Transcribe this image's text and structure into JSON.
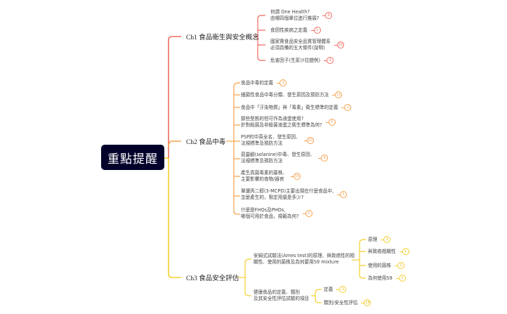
{
  "root": {
    "label": "重點提醒"
  },
  "colors": {
    "ch1": "#f26b5f",
    "ch2": "#f6a24d",
    "ch3": "#f5cf2e",
    "root_bg": "#02012a"
  },
  "chapters": [
    {
      "label": "Ch1 食品衛生與安全概念",
      "items": [
        {
          "text": "何謂 One Health?\n由哪四個單位進行推展?",
          "badge": "6"
        },
        {
          "text": "食因性疾病之定義",
          "badge": "1"
        },
        {
          "text": "國家需食品安全品質管理體系\n必須具備的五大條件(說明)",
          "badge": "10"
        },
        {
          "text": "危害因子(生菜沙拉變例)",
          "badge": "3"
        }
      ]
    },
    {
      "label": "Ch2 食品中毒",
      "items": [
        {
          "text": "食品中毒的定義",
          "badge": "3"
        },
        {
          "text": "細菌性食品中毒分類、發生原因及預防方法",
          "badge": "11"
        },
        {
          "text": "食品中「汙染物質」與「毒素」衛生標準的定義",
          "badge": "2"
        },
        {
          "text": "那些型態的但可作為液蛋使用?\n針對殺菌及非殺菌液蛋之衛生標準為何?",
          "badge": "5"
        },
        {
          "text": "PSP的中英全名、發生原因、\n法規標準及預防方法",
          "badge": "10"
        },
        {
          "text": "茄靈鹼(solanine)中毒、發生原因、\n法規標準及預防方法",
          "badge": "8"
        },
        {
          "text": "產生真菌毒素的菌株、\n主要影響的食物/器官",
          "badge": "15"
        },
        {
          "text": "單還丙二醇(3-MCPD)主要出現在什麼食品中,\n怎麼產生的，限定用量是多少?",
          "badge": "5"
        },
        {
          "text": "什麼是FHOs及PHOs,\n哪個可用於食品，規範為何?",
          "badge": "3"
        }
      ]
    },
    {
      "label": "Ch3  食品安全評估",
      "items": [
        {
          "text": "安姆式試驗法(Ames test)的原理、與致癌性的相\n關性、使用的菌株及為何要用S9 mixture",
          "children": [
            {
              "text": "原理",
              "badge": "1"
            },
            {
              "text": "與致癌相關性",
              "badge": "1"
            },
            {
              "text": "使用的菌株",
              "badge": "1"
            },
            {
              "text": "為何使用S9",
              "badge": "1"
            }
          ]
        },
        {
          "text": "健康食品的定義、類別\n及其安全性評估試驗的項目",
          "children": [
            {
              "text": "定義",
              "badge": "1"
            },
            {
              "text": "類別/安全性評估",
              "badge": "14"
            }
          ]
        }
      ]
    }
  ]
}
